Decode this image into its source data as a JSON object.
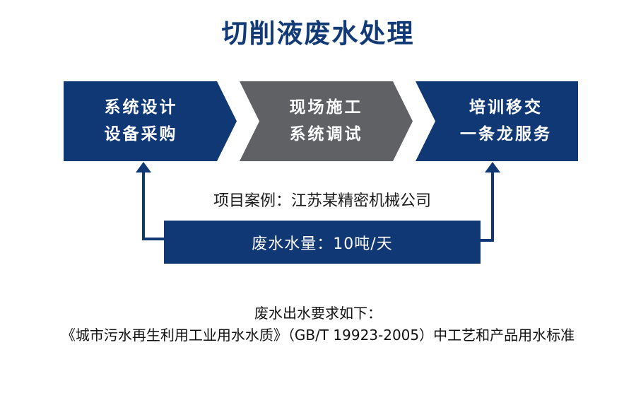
{
  "title": "切削液废水处理",
  "colors": {
    "navy": "#0f3875",
    "gray": "#5f6165",
    "title_text": "#123a76",
    "body_text": "#1a1a1a",
    "box_text": "#ffffff",
    "background": "#ffffff"
  },
  "process": {
    "steps": [
      {
        "line1": "系统设计",
        "line2": "设备采购",
        "color": "#0f3875"
      },
      {
        "line1": "现场施工",
        "line2": "系统调试",
        "color": "#5f6165"
      },
      {
        "line1": "培训移交",
        "line2": "一条龙服务",
        "color": "#0f3875"
      }
    ]
  },
  "case": {
    "caption": "项目案例：江苏某精密机械公司",
    "volume": "废水水量：10吨/天"
  },
  "footer": {
    "line1": "废水出水要求如下：",
    "line2": "《城市污水再生利用工业用水水质》（GB/T 19923-2005）中工艺和产品用水标准"
  }
}
